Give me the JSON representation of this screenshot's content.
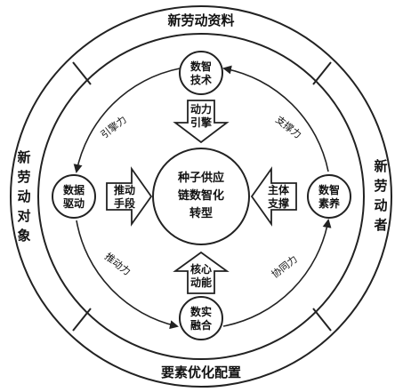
{
  "outer_ring": {
    "top": "新劳动资料",
    "left": [
      "新",
      "劳",
      "动",
      "对",
      "象"
    ],
    "right": [
      "新",
      "劳",
      "动",
      "者"
    ],
    "bottom": "要素优化配置"
  },
  "nodes": {
    "top": [
      "数智",
      "技术"
    ],
    "left": [
      "数据",
      "驱动"
    ],
    "right": [
      "数智",
      "素养"
    ],
    "bottom": [
      "数实",
      "融合"
    ]
  },
  "center": [
    "种子供应",
    "链数智化",
    "转型"
  ],
  "inner_arrows": {
    "top": [
      "动力",
      "引擎"
    ],
    "left": [
      "推动",
      "手段"
    ],
    "right": [
      "主体",
      "支撑"
    ],
    "bottom": [
      "核心",
      "动能"
    ]
  },
  "forces": {
    "top_left": "引擎力",
    "top_right": "支撑力",
    "bottom_left": "推动力",
    "bottom_right": "协同力"
  },
  "colors": {
    "line": "#222222",
    "ring_fill": "#ffffff",
    "arrow_fill": "#ffffff"
  }
}
